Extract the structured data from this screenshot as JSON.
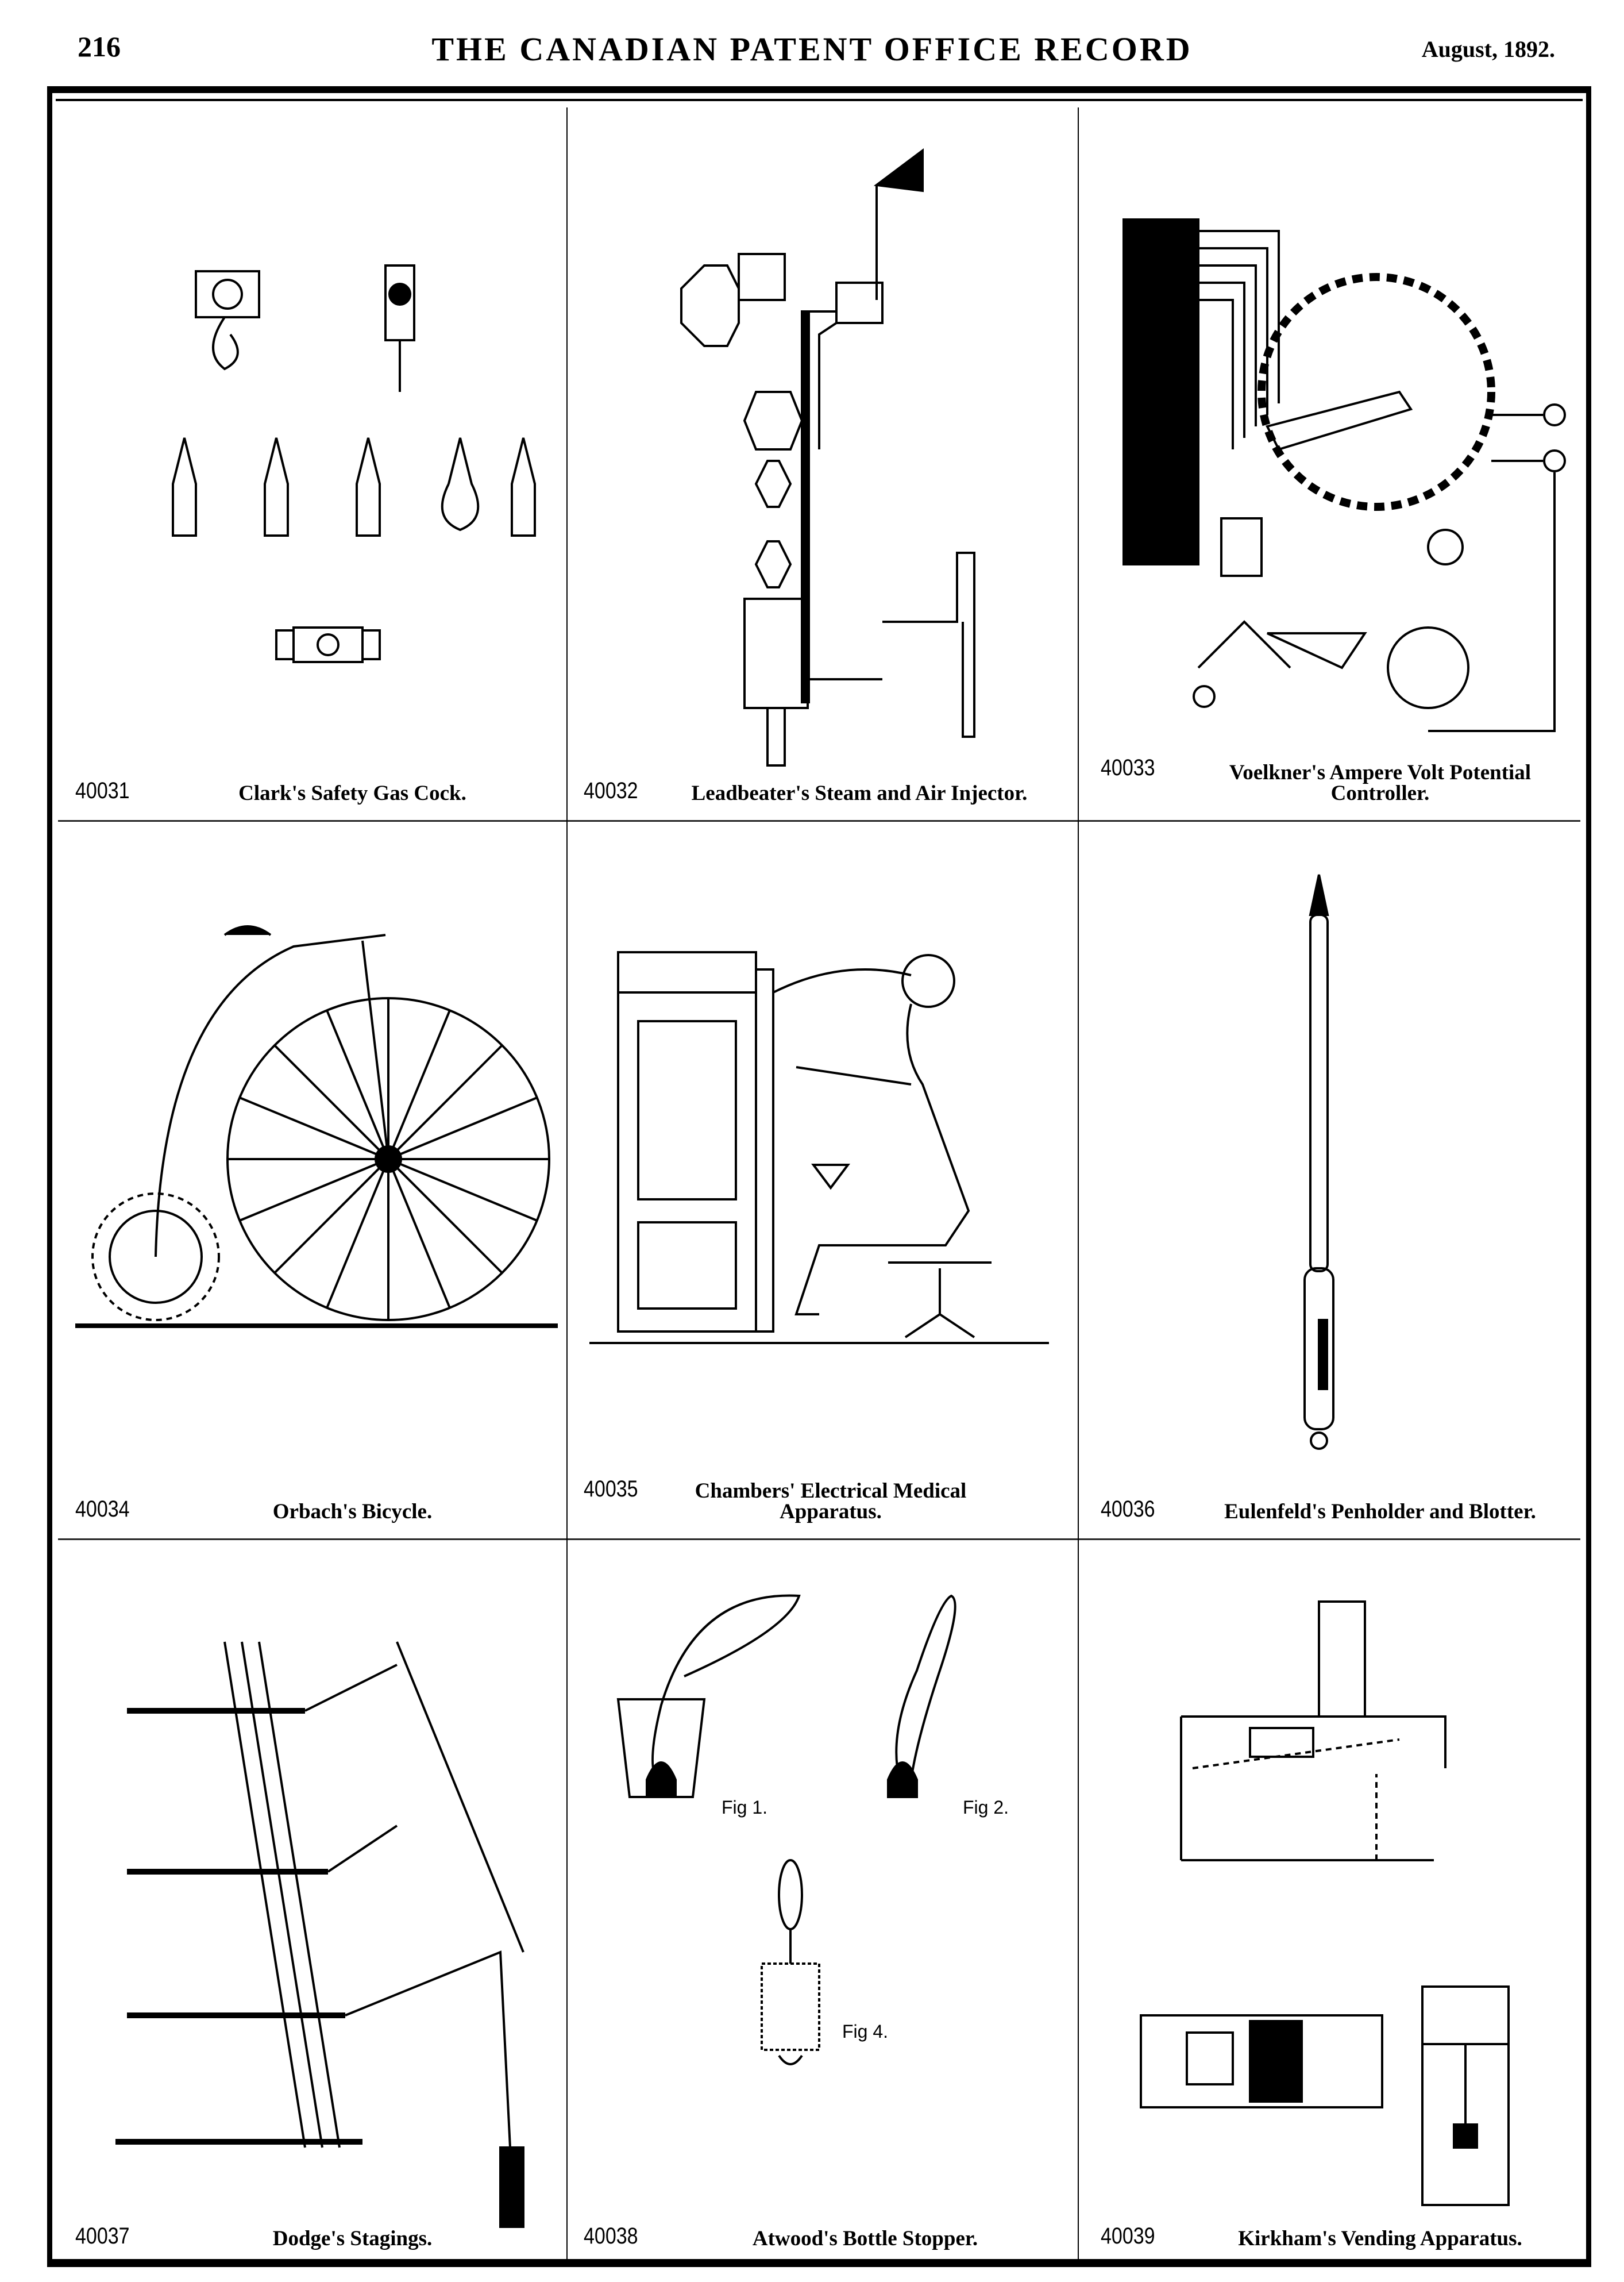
{
  "header": {
    "page_number": "216",
    "title": "THE CANADIAN PATENT OFFICE RECORD",
    "date": "August, 1892."
  },
  "patents": [
    {
      "number": "40031",
      "title": "Clark's Safety Gas Cock."
    },
    {
      "number": "40032",
      "title": "Leadbeater's Steam and Air Injector."
    },
    {
      "number": "40033",
      "title": "Voelkner's Ampere Volt Potential Controller."
    },
    {
      "number": "40034",
      "title": "Orbach's Bicycle."
    },
    {
      "number": "40035",
      "title": "Chambers' Electrical Medical Apparatus."
    },
    {
      "number": "40036",
      "title": "Eulenfeld's Penholder and Blotter."
    },
    {
      "number": "40037",
      "title": "Dodge's Stagings."
    },
    {
      "number": "40038",
      "title": "Atwood's Bottle Stopper."
    },
    {
      "number": "40039",
      "title": "Kirkham's Vending Apparatus."
    }
  ],
  "figure_labels": {
    "fig1": "Fig 1.",
    "fig2": "Fig 2.",
    "fig4": "Fig 4."
  }
}
